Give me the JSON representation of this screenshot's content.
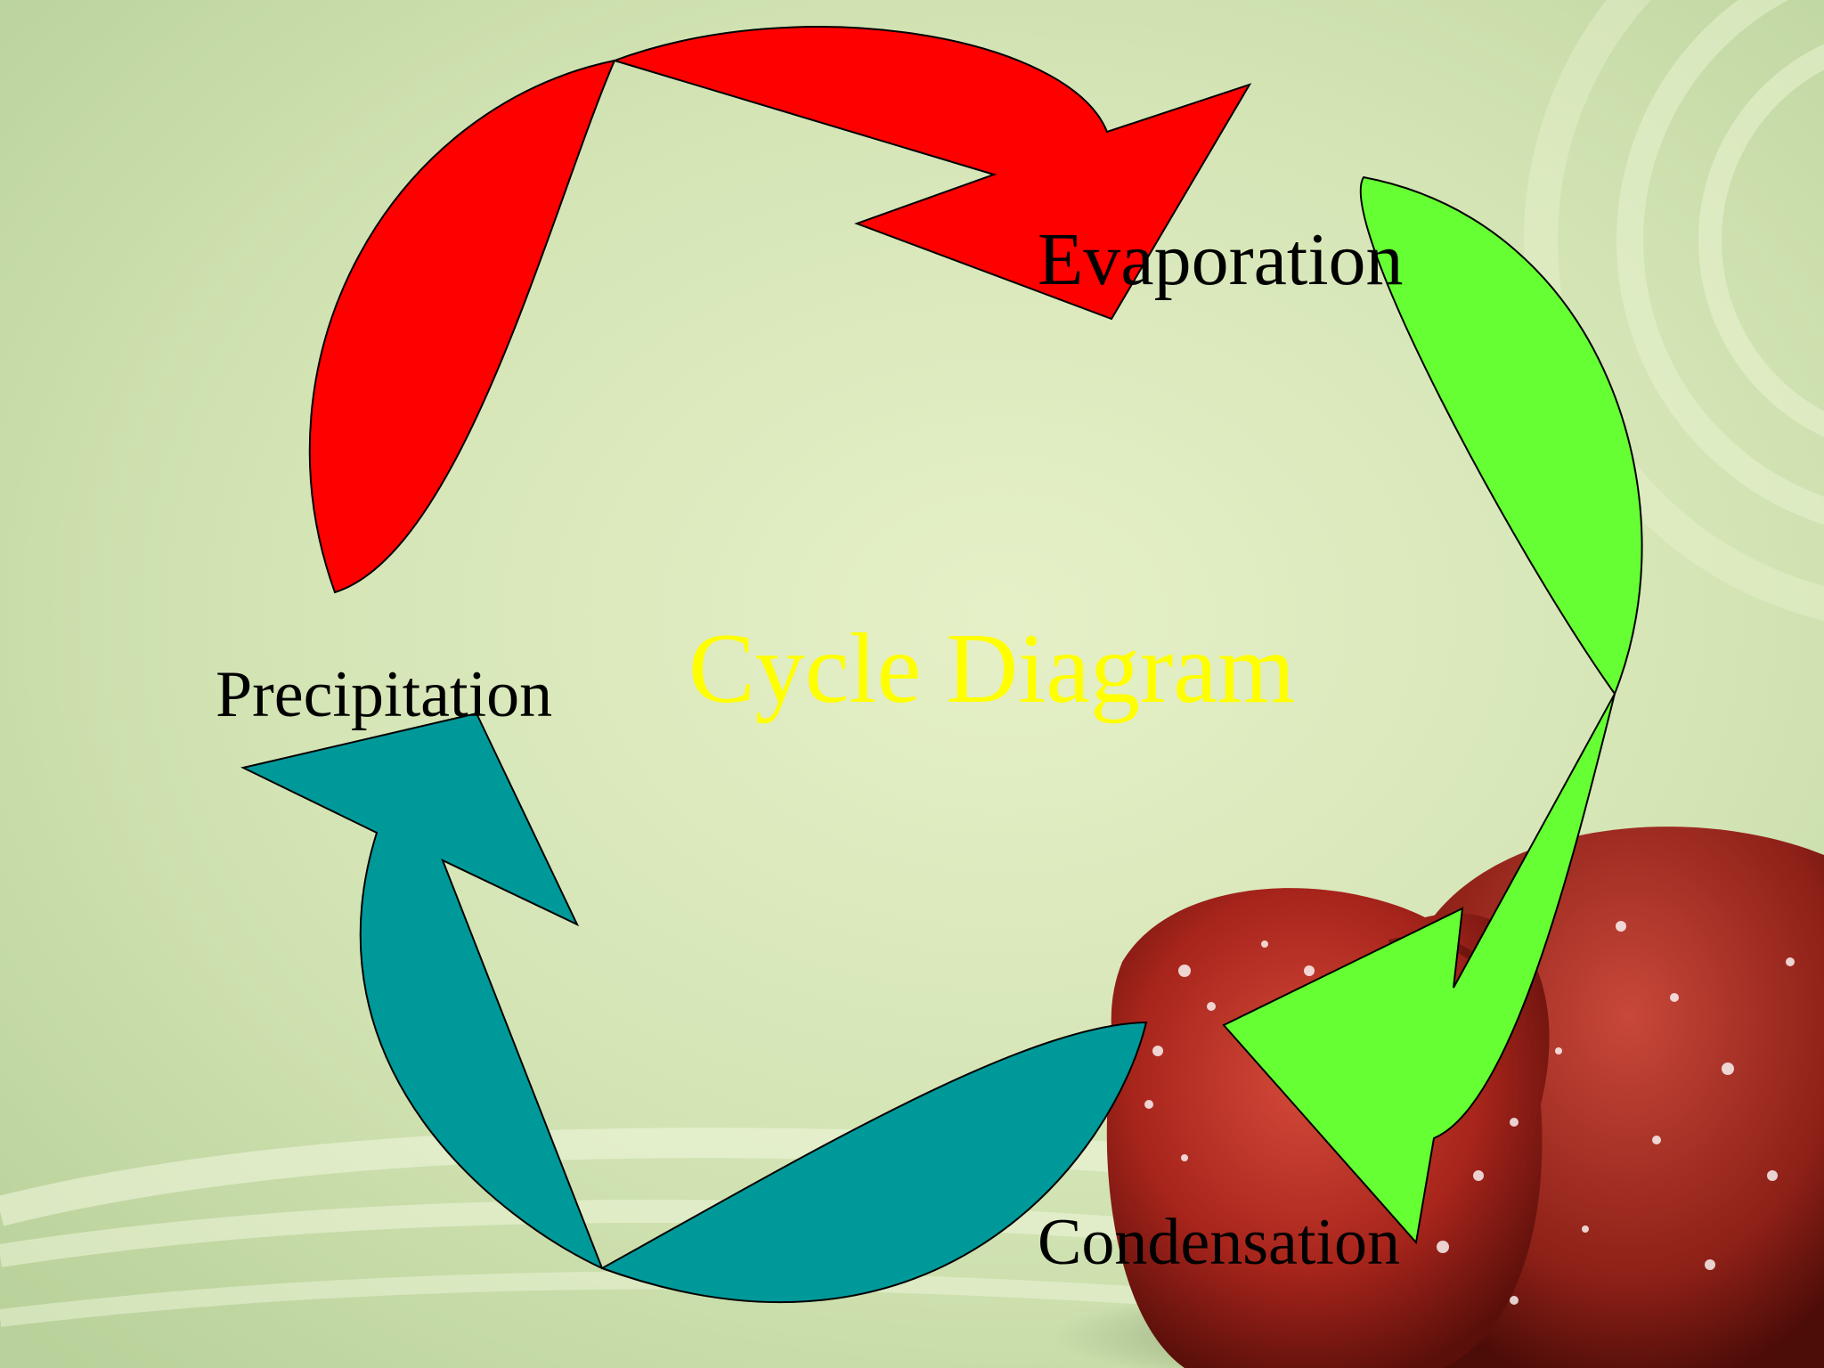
{
  "slide": {
    "title": "Cycle Diagram",
    "title_color": "#ffff00",
    "background_color": "#cfe0b0"
  },
  "cycle": {
    "stages": [
      {
        "label": "Evaporation",
        "arrow_color": "#ff0000"
      },
      {
        "label": "Condensation",
        "arrow_color": "#66ff33"
      },
      {
        "label": "Precipitation",
        "arrow_color": "#00999a"
      }
    ]
  },
  "decoration": {
    "image": "red-apple-with-water-drops",
    "apple_color": "#b02a1f"
  }
}
